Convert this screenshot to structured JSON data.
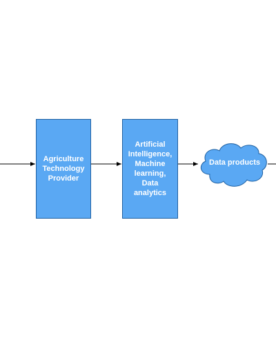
{
  "diagram": {
    "nodes": {
      "provider": {
        "label": "Agriculture\nTechnology\nProvider"
      },
      "ai": {
        "label": "Artificial\nIntelligence,\nMachine\nlearning,\nData\nanalytics"
      },
      "products": {
        "label": "Data products"
      }
    },
    "colors": {
      "box_fill": "#5aa8f3",
      "box_stroke": "#1e5fa0",
      "edge": "#000000",
      "text": "#ffffff"
    }
  }
}
